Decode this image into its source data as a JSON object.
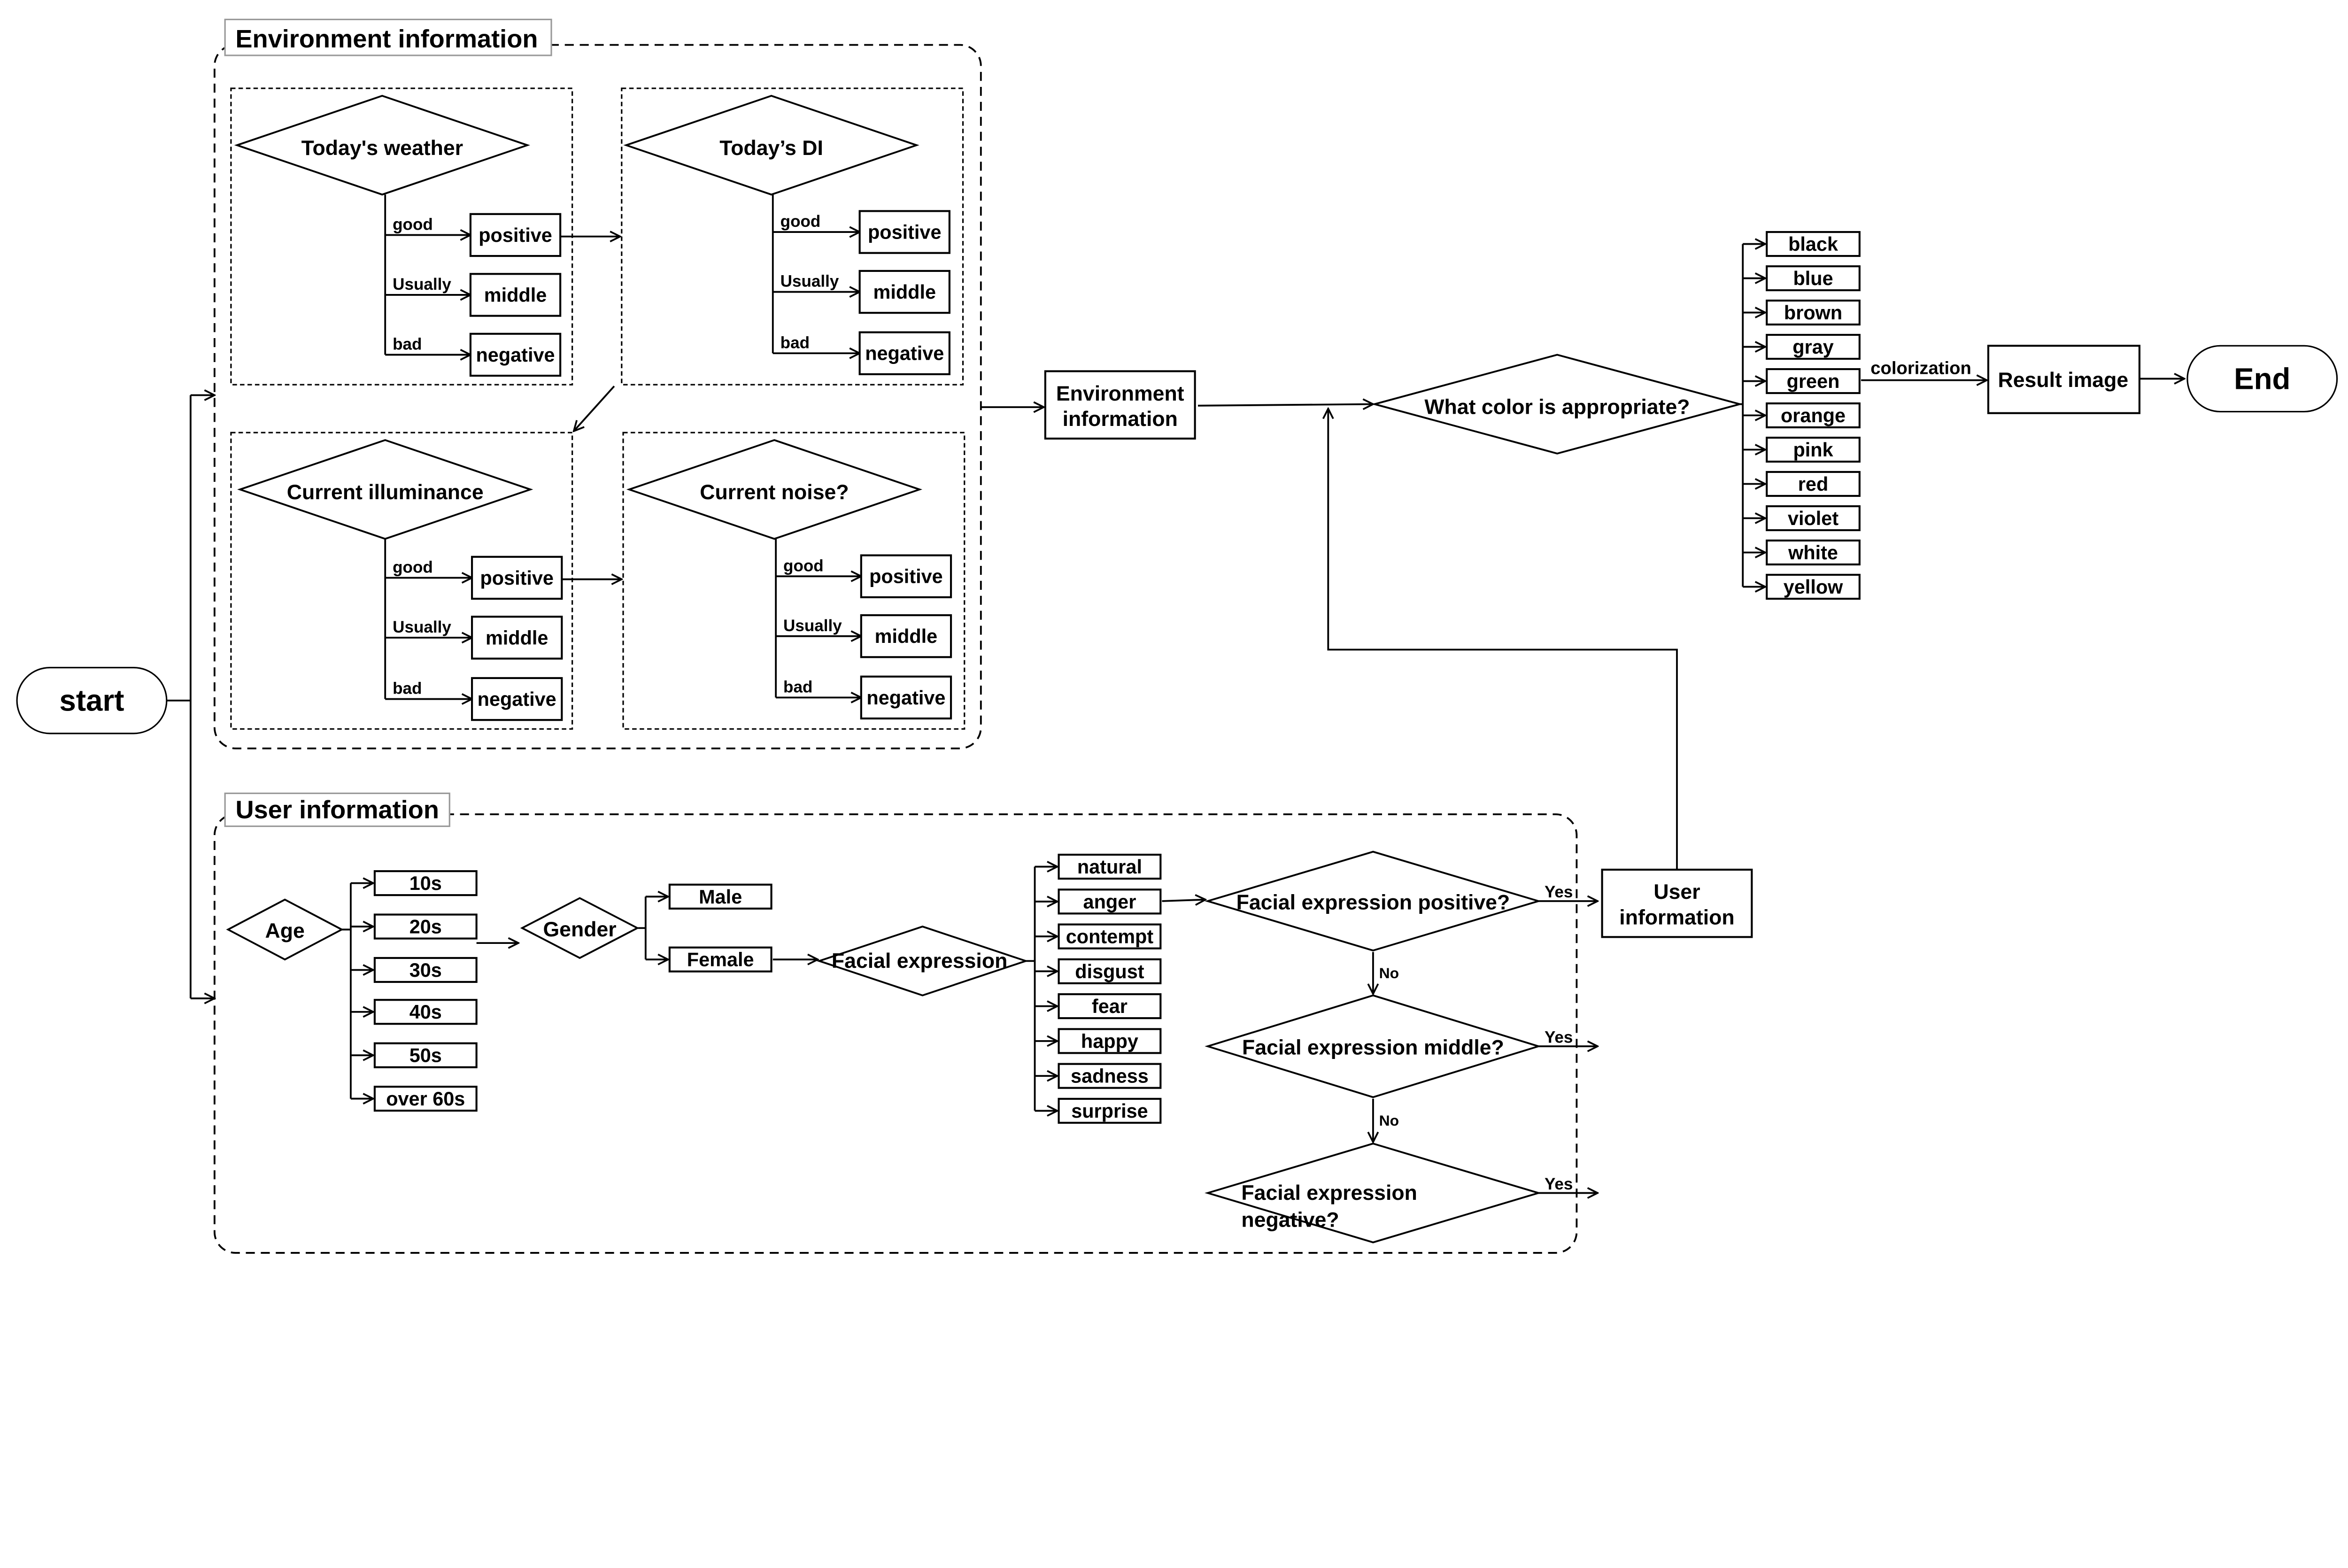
{
  "start_label": "start",
  "end_label": "End",
  "environment": {
    "title": "Environment information",
    "panels": [
      {
        "question": "Today's weather",
        "branches": [
          {
            "label": "good",
            "result": "positive"
          },
          {
            "label": "Usually",
            "result": "middle"
          },
          {
            "label": "bad",
            "result": "negative"
          }
        ]
      },
      {
        "question": "Today’s DI",
        "branches": [
          {
            "label": "good",
            "result": "positive"
          },
          {
            "label": "Usually",
            "result": "middle"
          },
          {
            "label": "bad",
            "result": "negative"
          }
        ]
      },
      {
        "question": "Current illuminance",
        "branches": [
          {
            "label": "good",
            "result": "positive"
          },
          {
            "label": "Usually",
            "result": "middle"
          },
          {
            "label": "bad",
            "result": "negative"
          }
        ]
      },
      {
        "question": "Current noise?",
        "branches": [
          {
            "label": "good",
            "result": "positive"
          },
          {
            "label": "Usually",
            "result": "middle"
          },
          {
            "label": "bad",
            "result": "negative"
          }
        ]
      }
    ],
    "summary_box": [
      "Environment",
      "information"
    ]
  },
  "color": {
    "question": "What color is appropriate?",
    "options": [
      "black",
      "blue",
      "brown",
      "gray",
      "green",
      "orange",
      "pink",
      "red",
      "violet",
      "white",
      "yellow"
    ],
    "edge_label": "colorization",
    "result_box": "Result image"
  },
  "user": {
    "title": "User information",
    "age_question": "Age",
    "ages": [
      "10s",
      "20s",
      "30s",
      "40s",
      "50s",
      "over 60s"
    ],
    "gender_question": "Gender",
    "genders": [
      "Male",
      "Female"
    ],
    "expression_question": "Facial expression",
    "expressions": [
      "natural",
      "anger",
      "contempt",
      "disgust",
      "fear",
      "happy",
      "sadness",
      "surprise"
    ],
    "checks": [
      {
        "lines": [
          "Facial expression positive?"
        ],
        "yes": "Yes",
        "no": "No"
      },
      {
        "lines": [
          "Facial expression middle?"
        ],
        "yes": "Yes",
        "no": "No"
      },
      {
        "lines": [
          "Facial expression",
          "negative?"
        ],
        "yes": "Yes"
      }
    ],
    "summary_box": [
      "User",
      "information"
    ]
  }
}
